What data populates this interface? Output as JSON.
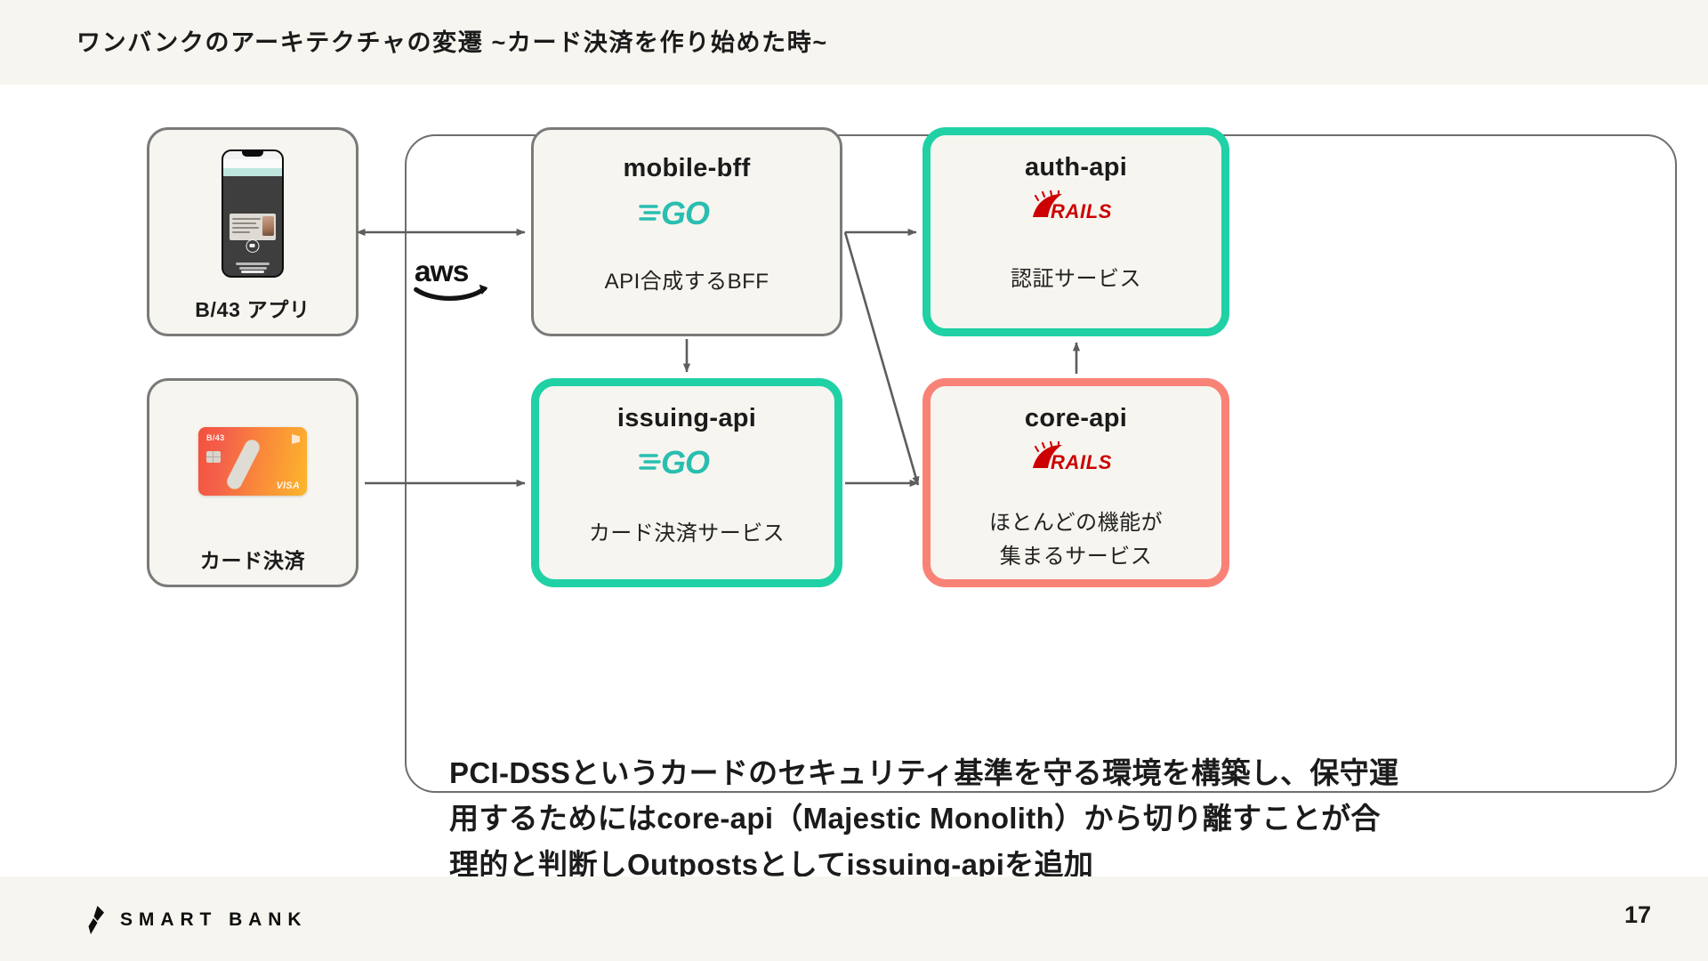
{
  "header": {
    "title": "ワンバンクのアーキテクチャの変遷 ~カード決済を作り始めた時~"
  },
  "diagram": {
    "cloud_label": "aws",
    "sources": [
      {
        "id": "b43-app",
        "caption": "B/43 アプリ",
        "visual": "phone-mockup"
      },
      {
        "id": "card-payment",
        "caption": "カード決済",
        "visual": "credit-card-mockup",
        "card_brand": "B/43",
        "card_network": "VISA"
      }
    ],
    "services": [
      {
        "id": "mobile-bff",
        "title": "mobile-bff",
        "tech": "go-logo",
        "tech_label": "GO",
        "description": "API合成するBFF",
        "border_color": "#7a7a7a",
        "style": "plain"
      },
      {
        "id": "auth-api",
        "title": "auth-api",
        "tech": "rails-logo",
        "tech_label": "RAILS",
        "description": "認証サービス",
        "border_color": "#1fd1a5",
        "style": "highlight"
      },
      {
        "id": "issuing-api",
        "title": "issuing-api",
        "tech": "go-logo",
        "tech_label": "GO",
        "description": "カード決済サービス",
        "border_color": "#1fd1a5",
        "style": "highlight"
      },
      {
        "id": "core-api",
        "title": "core-api",
        "tech": "rails-logo",
        "tech_label": "RAILS",
        "description_line1": "ほとんどの機能が",
        "description_line2": "集まるサービス",
        "border_color": "#f98277",
        "style": "highlight"
      }
    ],
    "connections": [
      {
        "from": "b43-app",
        "to": "mobile-bff",
        "kind": "bidirectional"
      },
      {
        "from": "card-payment",
        "to": "issuing-api",
        "kind": "directed"
      },
      {
        "from": "mobile-bff",
        "to": "auth-api",
        "kind": "directed"
      },
      {
        "from": "mobile-bff",
        "to": "core-api",
        "kind": "directed"
      },
      {
        "from": "mobile-bff",
        "to": "issuing-api",
        "kind": "directed"
      },
      {
        "from": "issuing-api",
        "to": "core-api",
        "kind": "directed"
      },
      {
        "from": "core-api",
        "to": "auth-api",
        "kind": "directed"
      }
    ]
  },
  "caption": {
    "line1": "PCI-DSSというカードのセキュリティ基準を守る環境を構築し、保守運",
    "line2": "用するためにはcore-api（Majestic Monolith）から切り離すことが合",
    "line3": "理的と判断しOutpostsとしてissuing-apiを追加"
  },
  "footer": {
    "brand": "SMART BANK",
    "page_number": "17"
  },
  "colors": {
    "header_bg": "#f7f5ef",
    "node_bg": "#f7f5ef",
    "teal": "#1fd1a5",
    "salmon": "#f98277",
    "gray_border": "#7a7a7a",
    "wire": "#5d5d5d",
    "rails_red": "#cc0000",
    "go_blue": "#29beb0"
  }
}
